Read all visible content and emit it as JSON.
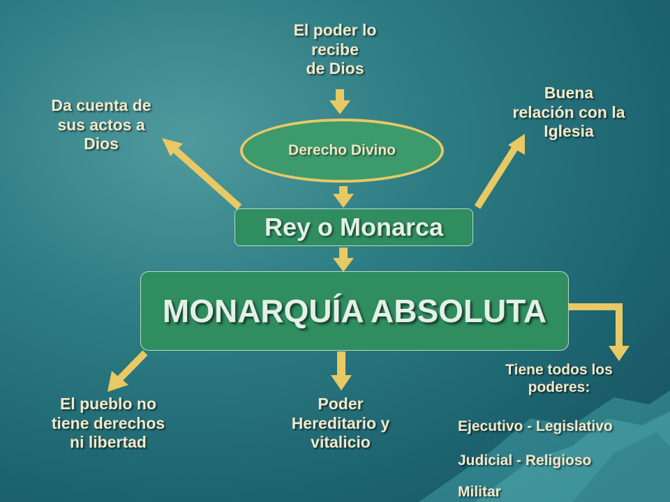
{
  "nodes": {
    "derecho_divino": "Derecho Divino",
    "rey": "Rey o Monarca",
    "monarquia": "MONARQUÍA ABSOLUTA"
  },
  "labels": {
    "poder_dios": [
      "El poder lo",
      "recibe",
      "de Dios"
    ],
    "da_cuenta": [
      "Da cuenta de",
      "sus actos a",
      "Dios"
    ],
    "buena_relacion": [
      "Buena",
      "relación con la",
      "Iglesia"
    ],
    "pueblo": [
      "El pueblo no",
      "tiene derechos",
      "ni libertad"
    ],
    "poder_hereditario": [
      "Poder",
      "Hereditario y",
      "vitalicio"
    ],
    "tiene_poderes": [
      "Tiene todos los",
      "poderes:"
    ],
    "poderes_lista": [
      "Ejecutivo - Legislativo",
      "Judicial - Religioso",
      "Militar"
    ]
  },
  "colors": {
    "arrow": "#e8c964",
    "node_fill": "#2f8d60",
    "text": "#f3e9c9"
  }
}
